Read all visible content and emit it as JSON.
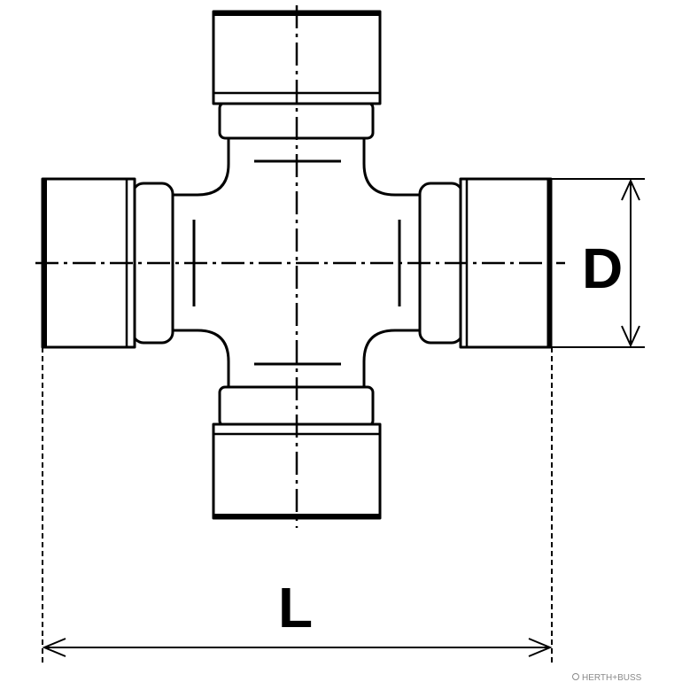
{
  "diagram": {
    "dimensions": {
      "diameter_label": "D",
      "length_label": "L"
    },
    "watermark": {
      "text": "HERTH+BUSS"
    },
    "colors": {
      "line": "#000000",
      "background": "#ffffff",
      "watermark": "#8a8a8a"
    }
  }
}
